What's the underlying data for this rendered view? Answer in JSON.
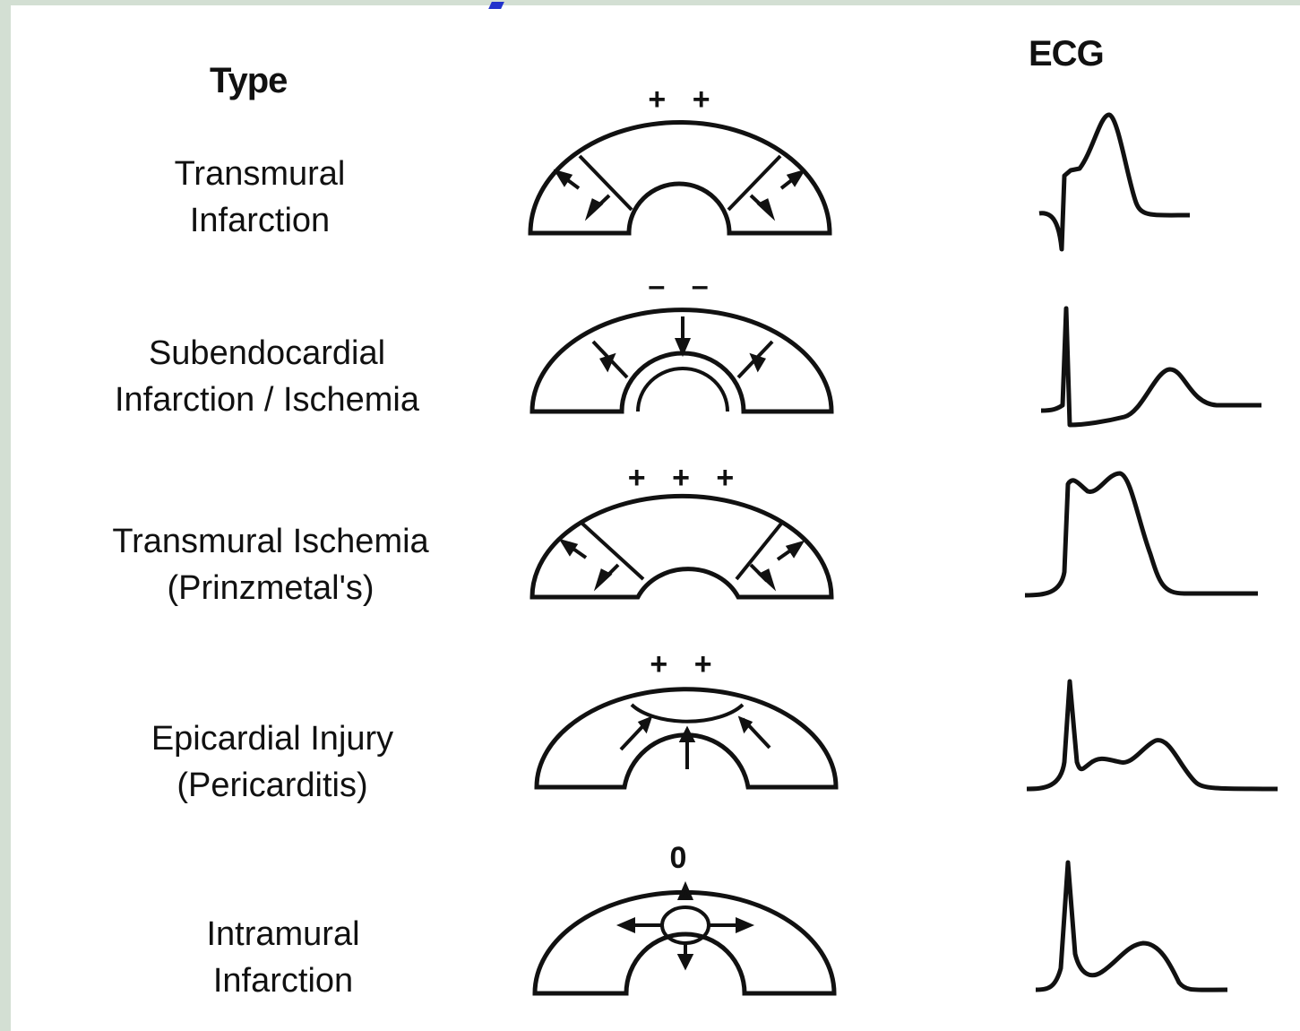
{
  "headers": {
    "type": "Type",
    "ecg": "ECG"
  },
  "rows": [
    {
      "line1": "Transmural",
      "line2": "Infarction",
      "sign": "+ +",
      "ecg_icon": "st-elevation-waveform-icon",
      "diagram_icon": "transmural-infarction-diagram-icon"
    },
    {
      "line1": "Subendocardial",
      "line2": "Infarction / Ischemia",
      "sign": "– –",
      "ecg_icon": "st-depression-waveform-icon",
      "diagram_icon": "subendocardial-diagram-icon"
    },
    {
      "line1": "Transmural Ischemia",
      "line2": "(Prinzmetal's)",
      "sign": "+ + +",
      "ecg_icon": "tombstone-st-elevation-waveform-icon",
      "diagram_icon": "transmural-ischemia-diagram-icon"
    },
    {
      "line1": "Epicardial Injury",
      "line2": "(Pericarditis)",
      "sign": "+ +",
      "ecg_icon": "pericarditis-waveform-icon",
      "diagram_icon": "epicardial-injury-diagram-icon"
    },
    {
      "line1": "Intramural",
      "line2": "Infarction",
      "sign": "0",
      "ecg_icon": "normal-st-waveform-icon",
      "diagram_icon": "intramural-infarction-diagram-icon"
    }
  ]
}
